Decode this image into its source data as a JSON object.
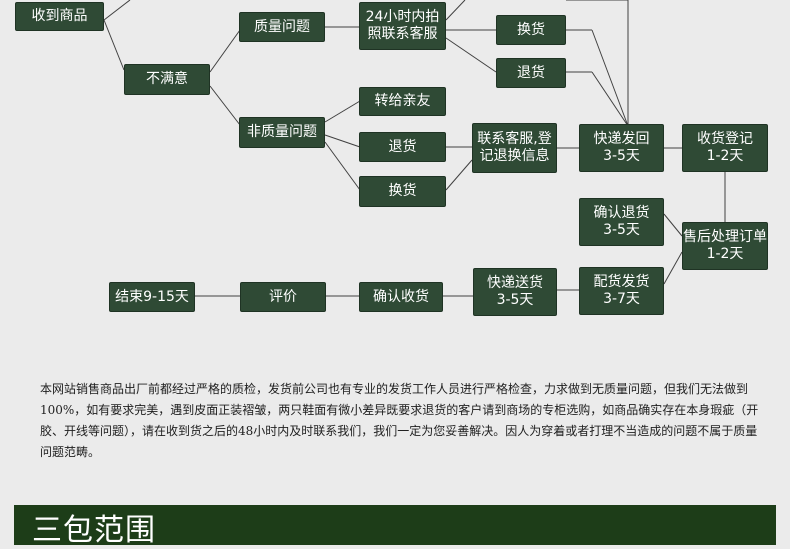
{
  "colors": {
    "background": "#ebebeb",
    "box_fill": "#2f4a35",
    "box_text": "#ffffff",
    "connector": "#404040",
    "banner": "#1d3d18"
  },
  "flowchart": {
    "nodes": {
      "received": "收到商品",
      "unsatisfied": "不满意",
      "quality_issue": "质量问题",
      "photo_contact": "24小时内拍\n照联系客服",
      "exchange_1": "换货",
      "return_1": "退货",
      "non_quality": "非质量问题",
      "transfer": "转给亲友",
      "return_2": "退货",
      "exchange_2": "换货",
      "contact_register": "联系客服,登\n记退换信息",
      "express_return": "快递发回\n3-5天",
      "receive_register": "收货登记\n1-2天",
      "confirm_refund": "确认退货\n3-5天",
      "aftersale": "售后处理订单\n1-2天",
      "ship_goods": "配货发货\n3-7天",
      "express_deliver": "快递送货\n3-5天",
      "confirm_receipt": "确认收货",
      "review": "评价",
      "end": "结束9-15天"
    }
  },
  "notice": {
    "text": "本网站销售商品出厂前都经过严格的质检，发货前公司也有专业的发货工作人员进行严格检查，力求做到无质量问题，但我们无法做到100%，如有要求完美，遇到皮面正装褶皱，两只鞋面有微小差异既要求退货的客户请到商场的专柜选购，如商品确实存在本身瑕疵（开胶、开线等问题），请在收到货之后的48小时内及时联系我们，我们一定为您妥善解决。因人为穿着或者打理不当造成的问题不属于质量问题范畴。"
  },
  "banner": {
    "title": "三包范围"
  }
}
